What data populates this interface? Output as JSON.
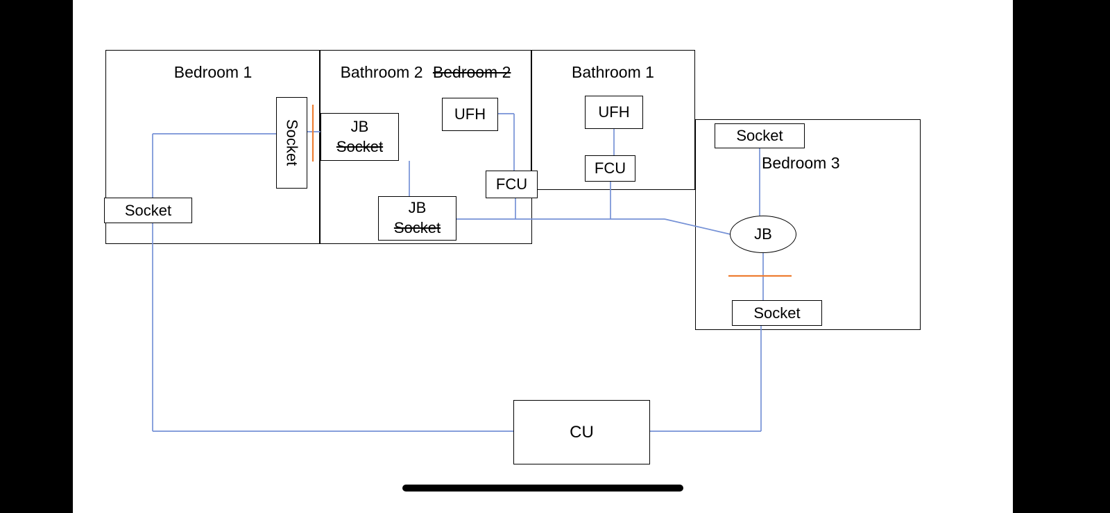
{
  "canvas": {
    "background": "#ffffff",
    "letterbox_color": "#000000"
  },
  "colors": {
    "wire_blue": "#7591d6",
    "marker_orange": "#ed7d31",
    "outline_black": "#000000"
  },
  "rooms": {
    "bedroom1": {
      "label": "Bedroom 1"
    },
    "bathroom2": {
      "label": "Bathroom 2",
      "struck_label": "Bedroom 2"
    },
    "bathroom1": {
      "label": "Bathroom 1"
    },
    "bedroom3": {
      "label": "Bedroom 3"
    }
  },
  "components": {
    "socket_left": {
      "label": "Socket"
    },
    "socket_partition": {
      "label": "Socket"
    },
    "jb1": {
      "label": "JB",
      "struck_label": "Socket"
    },
    "jb2": {
      "label": "JB",
      "struck_label": "Socket"
    },
    "ufh_bathroom2": {
      "label": "UFH"
    },
    "fcu_shared": {
      "label": "FCU"
    },
    "ufh_bathroom1": {
      "label": "UFH"
    },
    "fcu_bathroom1": {
      "label": "FCU"
    },
    "socket_bedroom3_top": {
      "label": "Socket"
    },
    "jb_bedroom3": {
      "label": "JB"
    },
    "socket_bedroom3_bottom": {
      "label": "Socket"
    },
    "consumer_unit": {
      "label": "CU"
    }
  }
}
